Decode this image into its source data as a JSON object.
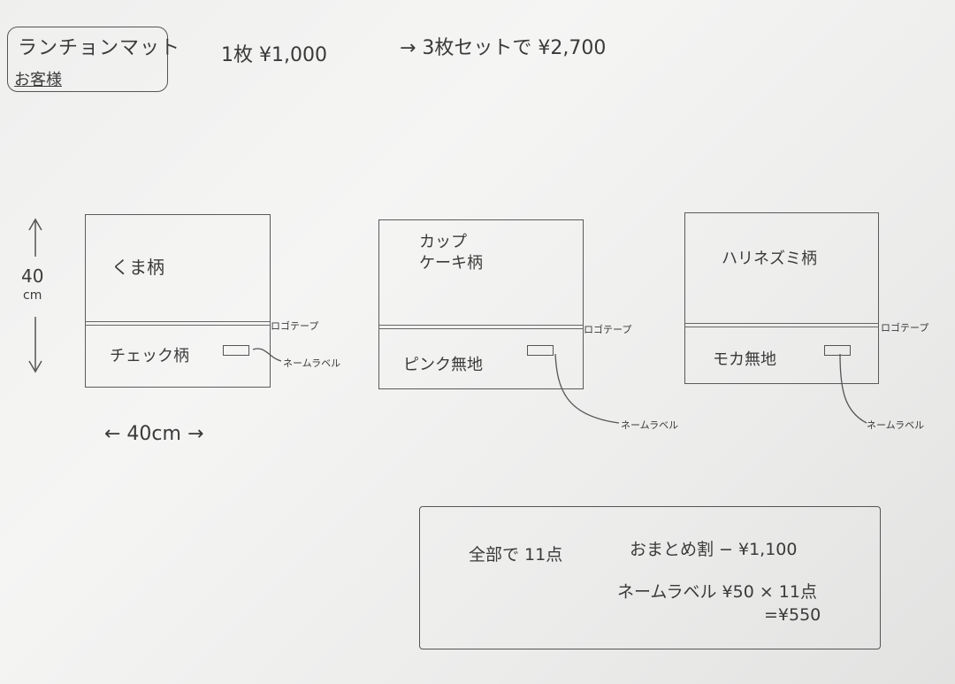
{
  "header": {
    "product": "ランチョンマット",
    "customer": "お客様",
    "unit_price": "1枚 ¥1,000",
    "set_price": "→ 3枚セットで ¥2,700"
  },
  "dimensions": {
    "height": "40",
    "height_unit": "cm",
    "width": "← 40cm →"
  },
  "mats": [
    {
      "top_label": "くま柄",
      "bottom_label": "チェック柄",
      "tape_label": "ロゴテープ",
      "name_label": "ネームラベル"
    },
    {
      "top_label": "カップ\nケーキ柄",
      "bottom_label": "ピンク無地",
      "tape_label": "ロゴテープ",
      "name_label": "ネームラベル"
    },
    {
      "top_label": "ハリネズミ柄",
      "bottom_label": "モカ無地",
      "tape_label": "ロゴテープ",
      "name_label": "ネームラベル"
    }
  ],
  "summary": {
    "total": "全部で 11点",
    "discount": "おまとめ割 − ¥1,100",
    "name_label_cost": "ネームラベル ¥50 × 11点",
    "name_label_total": "=¥550"
  }
}
